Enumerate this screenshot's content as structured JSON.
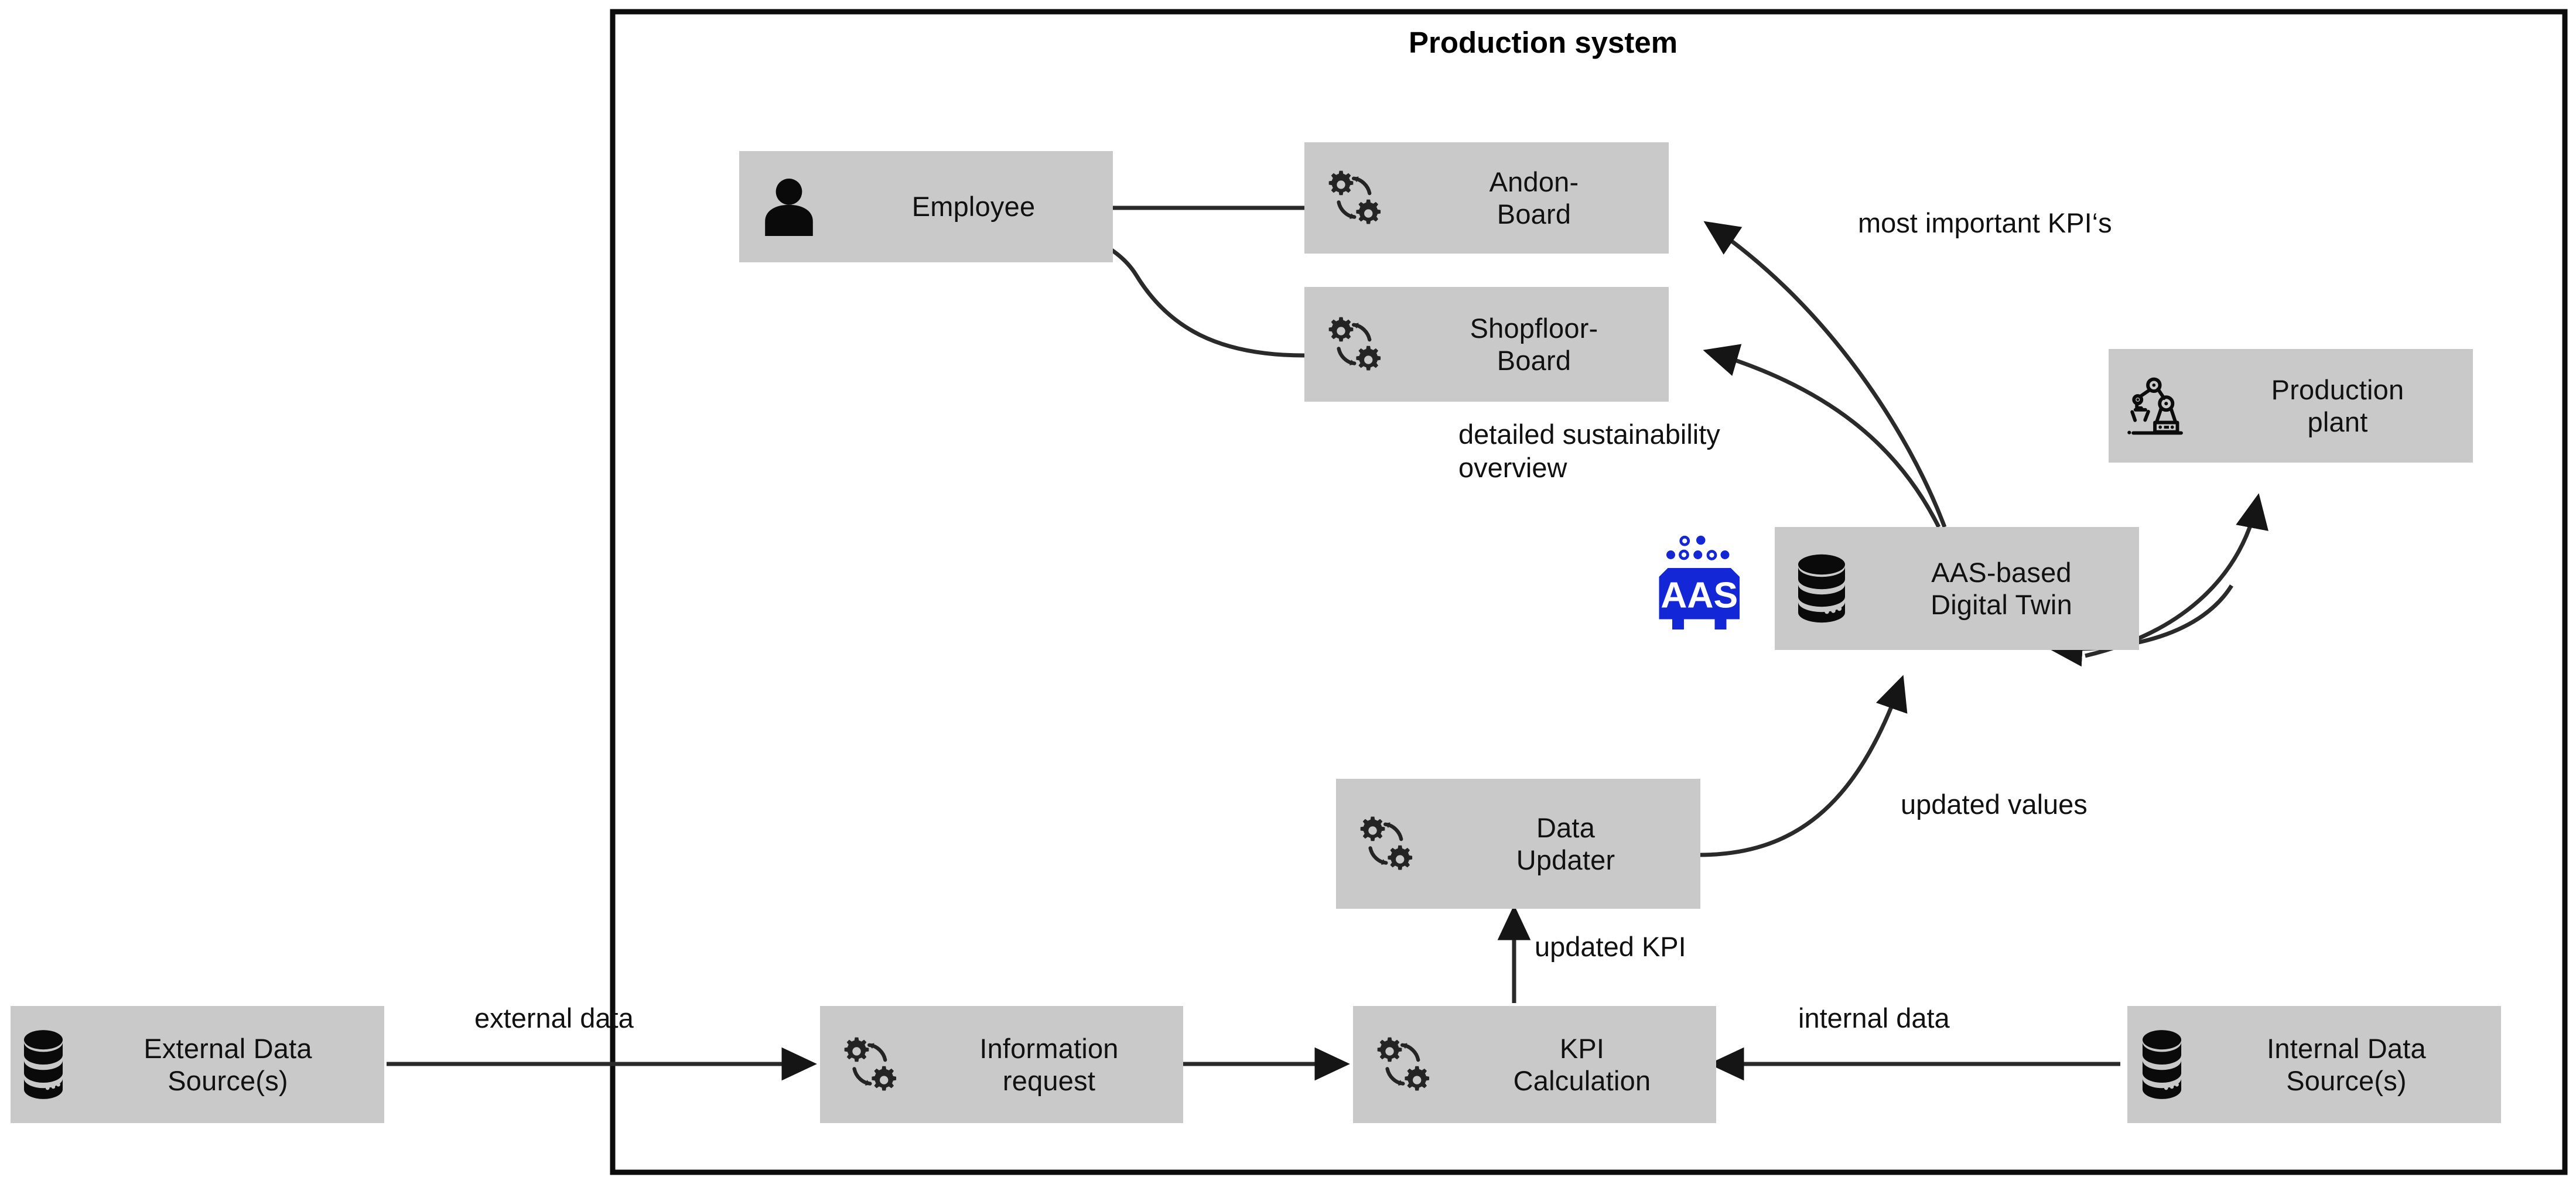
{
  "frame": {
    "title": "Production system",
    "border_color": "#000000"
  },
  "theme": {
    "node_fill": "#c9c9c9",
    "text_color": "#111111",
    "edge_color": "#1a1a1a",
    "aas_blue": "#1327d6",
    "page_background": "#ffffff"
  },
  "nodes": [
    {
      "id": "employee",
      "label": "Employee",
      "icon": "person-icon"
    },
    {
      "id": "andon-board",
      "label": "Andon-\nBoard",
      "icon": "gears-cycle-icon"
    },
    {
      "id": "shopfloor-board",
      "label": "Shopfloor-\nBoard",
      "icon": "gears-cycle-icon"
    },
    {
      "id": "digital-twin",
      "label": "AAS-based\nDigital Twin",
      "icon": "database-icon"
    },
    {
      "id": "production-plant",
      "label": "Production\nplant",
      "icon": "robot-arm-icon"
    },
    {
      "id": "data-updater",
      "label": "Data\nUpdater",
      "icon": "gears-cycle-icon"
    },
    {
      "id": "information-request",
      "label": "Information\nrequest",
      "icon": "gears-cycle-icon"
    },
    {
      "id": "kpi-calculation",
      "label": "KPI\nCalculation",
      "icon": "gears-cycle-icon"
    },
    {
      "id": "external-data-source",
      "label": "External Data\nSource(s)",
      "icon": "database-icon"
    },
    {
      "id": "internal-data-source",
      "label": "Internal Data\nSource(s)",
      "icon": "database-icon"
    }
  ],
  "edge_labels": {
    "most_important_kpis": "most important KPI‘s",
    "detailed_sustainability_overview": "detailed sustainability\noverview",
    "updated_values": "updated values",
    "updated_kpi": "updated KPI",
    "external_data": "external data",
    "internal_data": "internal data"
  },
  "aas_logo": {
    "text": "AAS",
    "bits_row_top": [
      "0",
      "1"
    ],
    "bits_row_bottom": [
      "1",
      "0",
      "1",
      "0",
      "1"
    ]
  }
}
